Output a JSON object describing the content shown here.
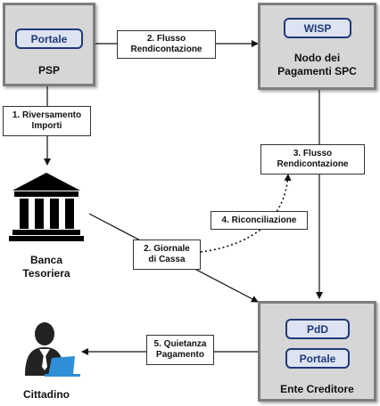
{
  "nodes": {
    "psp": {
      "title": "PSP",
      "inner": "Portale"
    },
    "nodo": {
      "title": "Nodo dei\nPagamenti SPC",
      "inner": "WISP"
    },
    "ente": {
      "title": "Ente Creditore",
      "inner_top": "PdD",
      "inner_bottom": "Portale"
    }
  },
  "labels": {
    "flusso_rend_top": "2. Flusso\nRendicontazione",
    "riversamento": "1. Riversamento\nImporti",
    "flusso_rend_right": "3. Flusso\nRendicontazione",
    "riconciliazione": "4. Riconciliazione",
    "giornale": "2. Giornale\ndi Cassa",
    "quietanza": "5. Quietanza\nPagamento"
  },
  "captions": {
    "banca": "Banca\nTesoriera",
    "cittadino": "Cittadino"
  },
  "colors": {
    "node_fill": "#d6d6d6",
    "node_border": "#7d7d7d",
    "pill_border": "#1f3a7a",
    "pill_fill": "#dde3f1",
    "icon_blue": "#2f8fd8"
  },
  "icons": {
    "bank": "bank-building-icon",
    "person": "person-with-laptop-icon"
  }
}
